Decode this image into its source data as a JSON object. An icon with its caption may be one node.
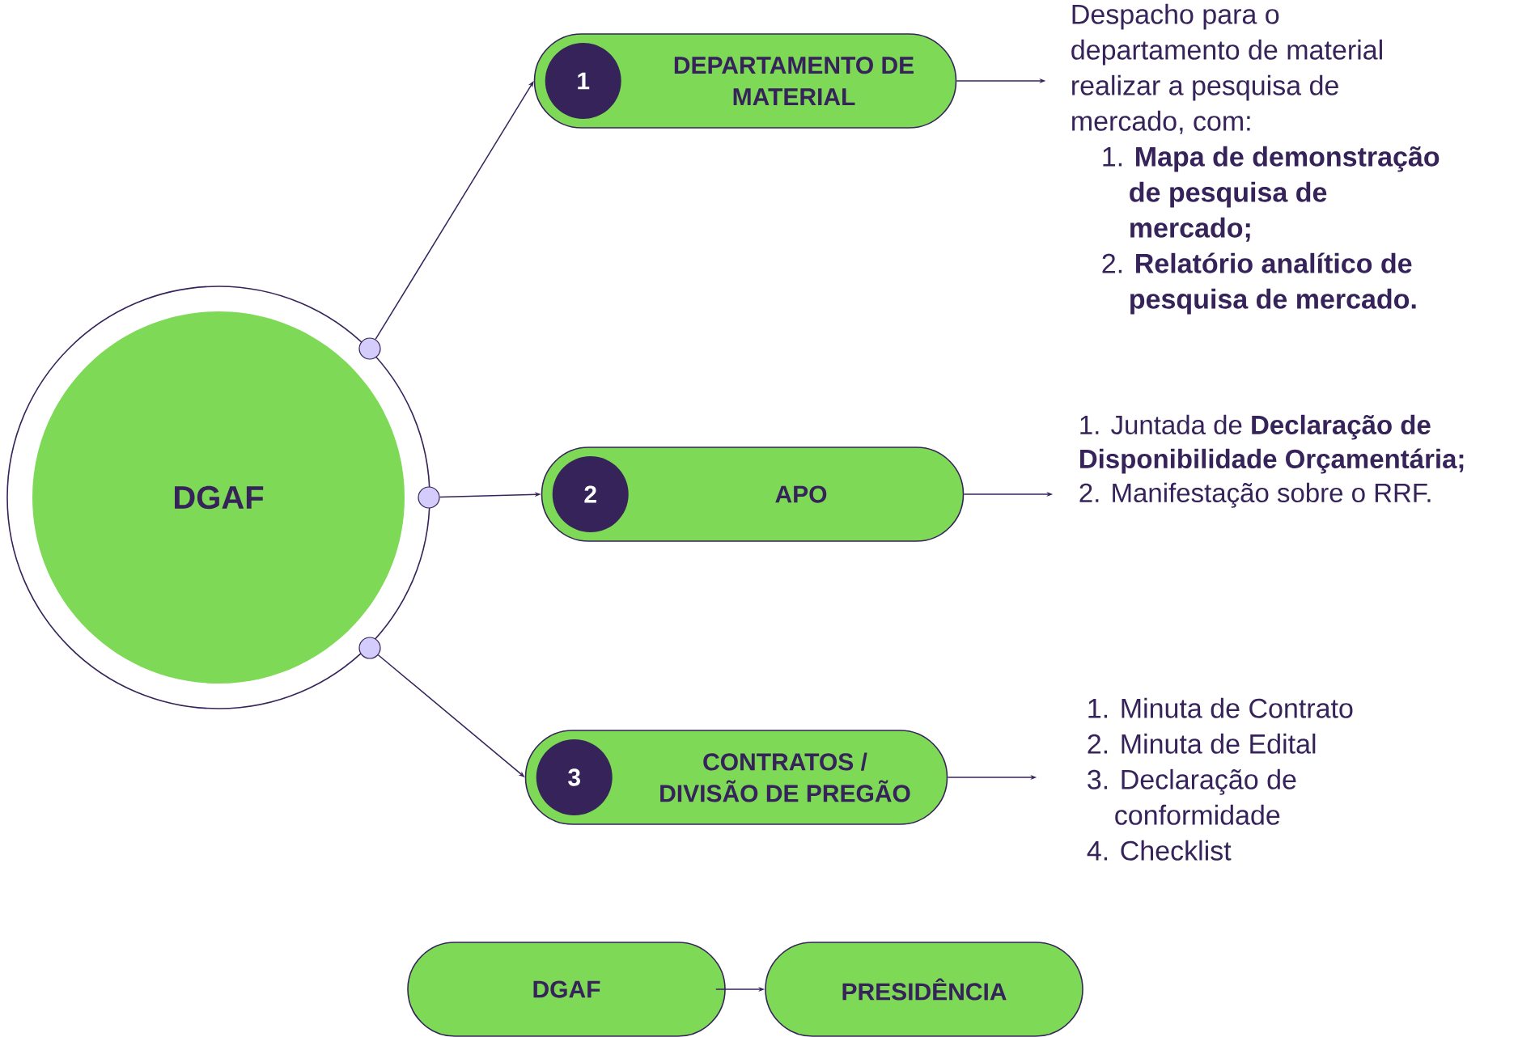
{
  "diagram": {
    "nodes": [
      {
        "text": [
          "DGAF"
        ]
      },
      {
        "text": [],
        "shape": "circle"
      },
      {
        "text": [],
        "shape": "circle"
      },
      {
        "text": [],
        "shape": "circle"
      },
      {
        "text": [
          "DEPARTAMENTO DE MATERIAL"
        ]
      },
      {
        "text": [
          "1"
        ],
        "in": 4
      },
      {
        "text": [
          "APO"
        ]
      },
      {
        "text": [
          "2"
        ],
        "in": 6
      },
      {
        "text": [
          "CONTRATOS / DIVISÃO DE PREGÃO"
        ]
      },
      {
        "text": [
          "3"
        ],
        "in": 8
      },
      {
        "text": [
          "Despacho para o departamento de material realizar a pesquisa de mercado, com:",
          "1. **Mapa de demonstração de pesquisa de mercado;**",
          "2. **Relatório analítico de pesquisa de mercado.**"
        ]
      },
      {
        "text": [
          "1. Juntada de **Declaração de Disponibilidade Orçamentária;**",
          "2. Manifestação sobre o RRF."
        ]
      },
      {
        "text": [
          "1. Minuta de Contrato",
          "2. Minuta de Edital",
          "3. Declaração de conformidade",
          "4. Checklist"
        ]
      },
      {
        "text": [
          "DGAF"
        ]
      },
      {
        "text": [
          "PRESIDÊNCIA"
        ]
      }
    ],
    "edges": [
      {
        "from": 1,
        "to": 4,
        "arrow": "to"
      },
      {
        "from": 2,
        "to": 6,
        "arrow": "to"
      },
      {
        "from": 3,
        "to": 8,
        "arrow": "to"
      },
      {
        "from": 4,
        "to": 10,
        "arrow": "to"
      },
      {
        "from": 6,
        "to": 11,
        "arrow": "to"
      },
      {
        "from": 8,
        "to": 12,
        "arrow": "to"
      },
      {
        "from": 13,
        "to": 14,
        "arrow": "to"
      }
    ]
  }
}
